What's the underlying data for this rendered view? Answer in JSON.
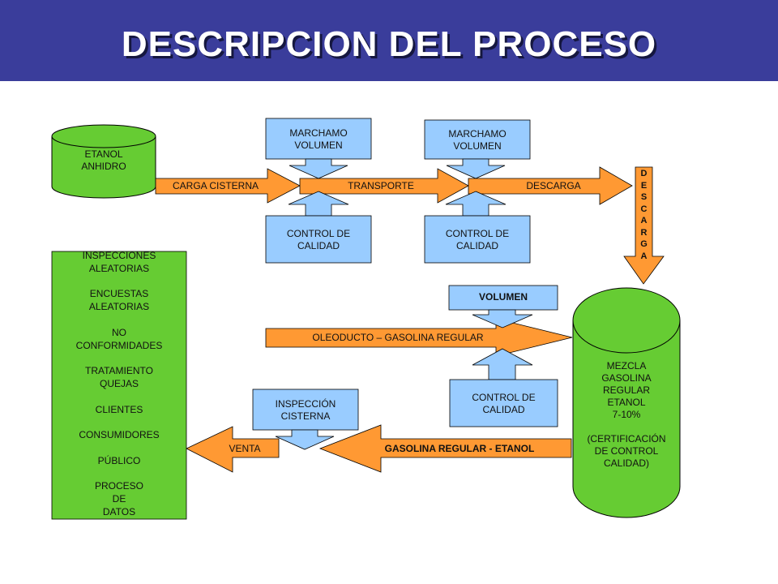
{
  "title": "DESCRIPCION DEL PROCESO",
  "colors": {
    "banner": "#3a3d9b",
    "cylinder_fill": "#66cc33",
    "box_fill": "#99ccff",
    "arrow_fill": "#ff9933",
    "outline": "#000000"
  },
  "nodes": {
    "etanol": [
      "ETANOL",
      "ANHIDRO"
    ],
    "marchamo1": [
      "MARCHAMO",
      "VOLUMEN"
    ],
    "marchamo2": [
      "MARCHAMO",
      "VOLUMEN"
    ],
    "control1": [
      "CONTROL  DE",
      "CALIDAD"
    ],
    "control2": [
      "CONTROL  DE",
      "CALIDAD"
    ],
    "volumen": "VOLUMEN",
    "control3": [
      "CONTROL  DE",
      "CALIDAD"
    ],
    "inspeccion": [
      "INSPECCIÓN",
      "CISTERNA"
    ],
    "mezcla": [
      "MEZCLA",
      "GASOLINA",
      "REGULAR",
      "ETANOL",
      "7-10%",
      "",
      "(CERTIFICACIÓN",
      "DE CONTROL",
      "CALIDAD)"
    ],
    "inspecciones_panel": [
      "INSPECCIONES",
      "ALEATORIAS",
      "",
      "ENCUESTAS",
      "ALEATORIAS",
      "",
      "NO",
      "CONFORMIDADES",
      "",
      "TRATAMIENTO",
      "QUEJAS",
      "",
      "CLIENTES",
      "",
      "CONSUMIDORES",
      "",
      "PÚBLICO",
      "",
      "PROCESO",
      "DE",
      "DATOS"
    ]
  },
  "arrows": {
    "carga": "CARGA CISTERNA",
    "transporte": "TRANSPORTE",
    "descarga": "DESCARGA",
    "descarga_vertical": [
      "D",
      "E",
      "S",
      "C",
      "A",
      "R",
      "G",
      "A"
    ],
    "oleoducto": "OLEODUCTO  – GASOLINA REGULAR",
    "gasolina_etanol": "GASOLINA  REGULAR  - ETANOL",
    "venta": "VENTA"
  }
}
